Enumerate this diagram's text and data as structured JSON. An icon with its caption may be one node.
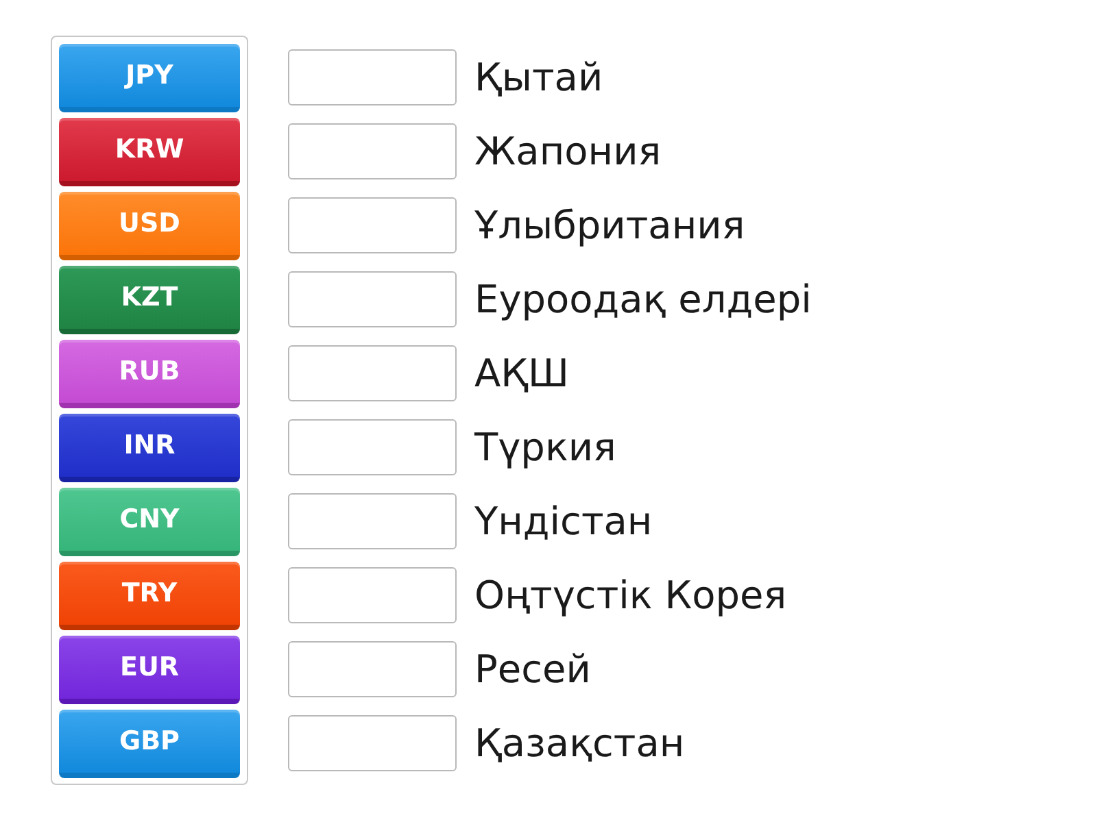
{
  "diagram": {
    "nodes": [
      {
        "text": [
          "JPY"
        ]
      },
      {
        "text": [],
        "shape": "box",
        "beside": [
          "Қытай"
        ]
      },
      {
        "text": [
          "KRW"
        ]
      },
      {
        "text": [],
        "shape": "box",
        "beside": [
          "Жапония"
        ]
      },
      {
        "text": [
          "USD"
        ]
      },
      {
        "text": [],
        "shape": "box",
        "beside": [
          "Ұлыбритания"
        ]
      },
      {
        "text": [
          "KZT"
        ]
      },
      {
        "text": [],
        "shape": "box",
        "beside": [
          "Еуроодақ елдері"
        ]
      },
      {
        "text": [
          "RUB"
        ]
      },
      {
        "text": [],
        "shape": "box",
        "beside": [
          "АҚШ"
        ]
      },
      {
        "text": [
          "INR"
        ]
      },
      {
        "text": [],
        "shape": "box",
        "beside": [
          "Түркия"
        ]
      },
      {
        "text": [
          "CNY"
        ]
      },
      {
        "text": [],
        "shape": "box",
        "beside": [
          "Үндістан"
        ]
      },
      {
        "text": [
          "TRY"
        ]
      },
      {
        "text": [],
        "shape": "box",
        "beside": [
          "Оңтүстік Корея"
        ]
      },
      {
        "text": [
          "EUR"
        ]
      },
      {
        "text": [],
        "shape": "box",
        "beside": [
          "Ресей"
        ]
      },
      {
        "text": [
          "GBP"
        ]
      },
      {
        "text": [],
        "shape": "box",
        "beside": [
          "Қазақстан"
        ]
      }
    ]
  }
}
